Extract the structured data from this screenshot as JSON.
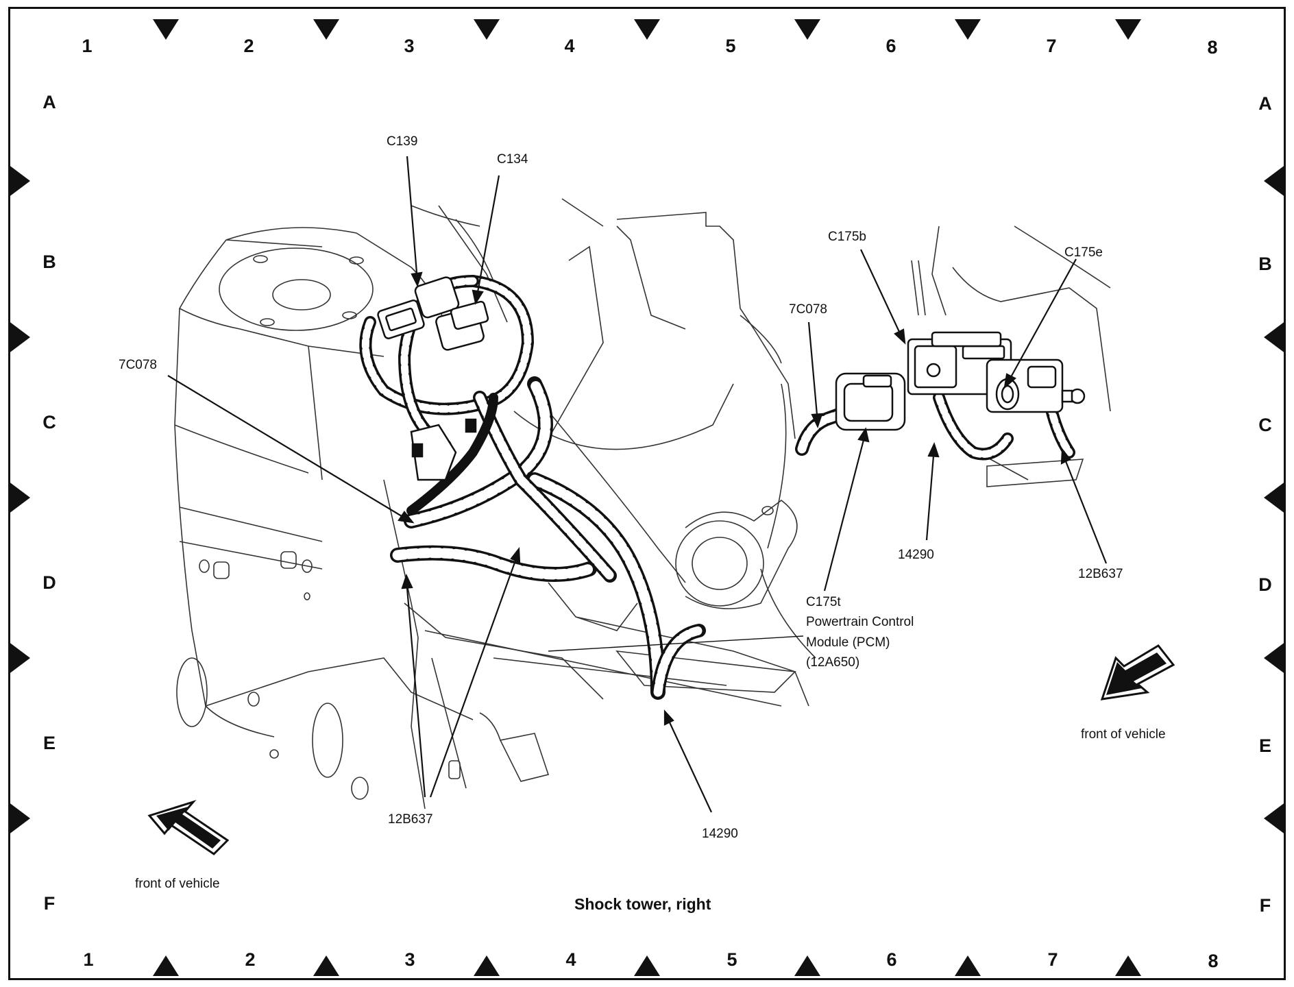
{
  "grid": {
    "columns": [
      "1",
      "2",
      "3",
      "4",
      "5",
      "6",
      "7",
      "8"
    ],
    "rows": [
      "A",
      "B",
      "C",
      "D",
      "E",
      "F"
    ]
  },
  "callouts": {
    "c139": "C139",
    "c134": "C134",
    "7c078_left": "7C078",
    "7c078_right": "7C078",
    "c175b": "C175b",
    "c175e": "C175e",
    "14290_right": "14290",
    "12b637_right": "12B637",
    "c175t": "C175t",
    "pcm_line1": "Powertrain Control",
    "pcm_line2": "Module (PCM)",
    "pcm_line3": "(12A650)",
    "12b637_left": "12B637",
    "14290_bottom": "14290"
  },
  "orientation": {
    "front_left": "front of vehicle",
    "front_right": "front of vehicle"
  },
  "caption": "Shock tower, right",
  "icons": [
    "direction-arrow-icon",
    "border-triangle-marker"
  ],
  "colors": {
    "ink": "#111111",
    "paper": "#ffffff"
  }
}
